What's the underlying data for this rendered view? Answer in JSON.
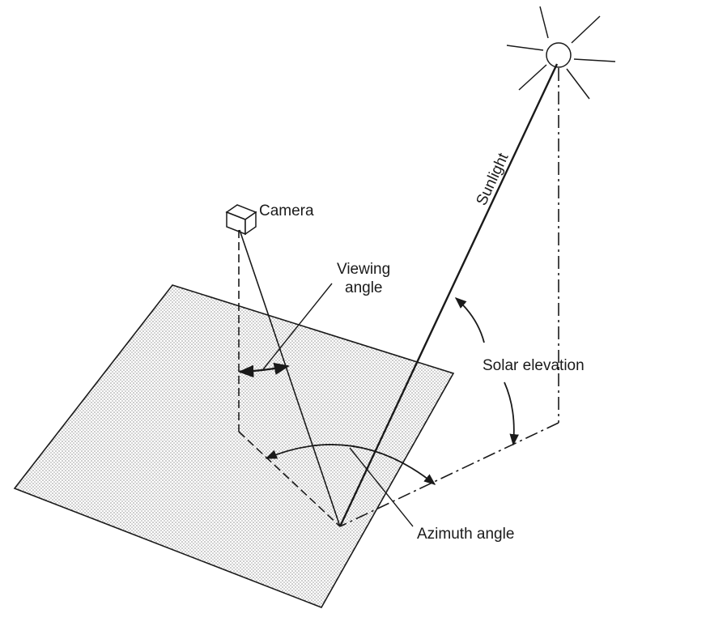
{
  "labels": {
    "camera": "Camera",
    "viewing_angle_line1": "Viewing",
    "viewing_angle_line2": "angle",
    "sunlight": "Sunlight",
    "solar_elevation": "Solar elevation",
    "azimuth_angle": "Azimuth angle"
  },
  "colors": {
    "ink": "#1a1a1a",
    "ground_dots": "#8a8a8a",
    "background": "#ffffff"
  },
  "icons": {
    "sun": "sun-icon",
    "camera": "camera-icon"
  }
}
